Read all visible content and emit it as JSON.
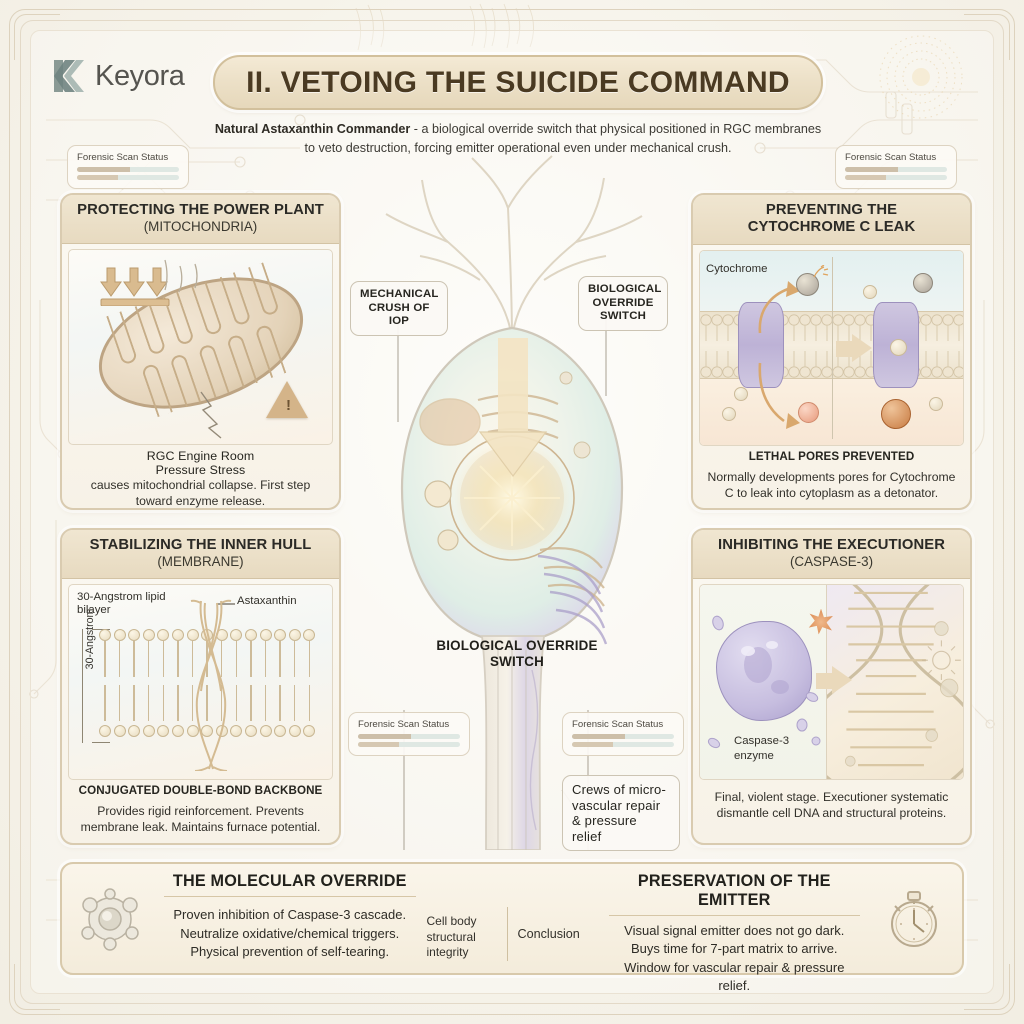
{
  "brand": {
    "name": "Keyora",
    "logo_icon": "keyora-k-logo"
  },
  "header": {
    "title": "II. VETOING THE SUICIDE COMMAND",
    "subtitle_strong": "Natural Astaxanthin Commander",
    "subtitle_rest": " - a biological override switch that physical positioned in RGC membranes to veto destruction, forcing emitter operational even under mechanical crush."
  },
  "scan_badges": [
    {
      "label": "Forensic Scan Status"
    },
    {
      "label": "Forensic Scan Status"
    },
    {
      "label": "Forensic Scan Status"
    },
    {
      "label": "Forensic Scan Status"
    }
  ],
  "panels": {
    "top_left": {
      "title": "PROTECTING THE POWER PLANT",
      "subtitle": "(MITOCHONDRIA)",
      "art_label_1": "RGC Engine Room",
      "art_label_2": "Pressure Stress",
      "caption": "causes mitochondrial collapse. First step toward enzyme release."
    },
    "bottom_left": {
      "title": "STABILIZING THE INNER HULL",
      "subtitle": "(MEMBRANE)",
      "art_label_1": "30-Angstrom lipid bilayer",
      "art_label_2": "Astaxanthin",
      "axis_label": "30-Angstrom",
      "subcaption": "CONJUGATED DOUBLE-BOND BACKBONE",
      "caption": "Provides rigid reinforcement. Prevents membrane leak. Maintains furnace potential."
    },
    "top_right": {
      "title": "PREVENTING THE",
      "title2": "CYTOCHROME C LEAK",
      "art_label_1": "Cytochrome",
      "subcaption": "LETHAL PORES PREVENTED",
      "caption": "Normally developments pores for Cytochrome C to leak into cytoplasm as a detonator."
    },
    "bottom_right": {
      "title": "INHIBITING THE EXECUTIONER",
      "subtitle": "(CASPASE-3)",
      "art_label_1": "Caspase-3 enzyme",
      "caption": "Final, violent stage. Executioner systematic dismantle cell DNA and structural proteins."
    }
  },
  "center": {
    "callout_mechanical": "MECHANICAL CRUSH OF IOP",
    "callout_biological": "BIOLOGICAL OVERRIDE SWITCH",
    "center_title": "BIOLOGICAL OVERRIDE SWITCH",
    "callout_crews": "Crews of micro-vascular repair & pressure relief"
  },
  "footer": {
    "left_icon": "cell-molecule-icon",
    "right_icon": "stopwatch-icon",
    "left_title": "THE MOLECULAR OVERRIDE",
    "left_body": "Proven inhibition of Caspase-3 cascade. Neutralize oxidative/chemical triggers. Physical prevention of self-tearing.",
    "mid_label_1": "Cell body structural integrity",
    "mid_label_2": "Conclusion",
    "right_title": "PRESERVATION OF THE EMITTER",
    "right_body": "Visual signal emitter does not go dark. Buys time for 7-part matrix to arrive. Window for vascular repair & pressure relief."
  },
  "colors": {
    "paper": "#f7f5ef",
    "frame": "#d9cbb0",
    "plate": "#ece0c7",
    "ink": "#2b2a26",
    "accent_tan": "#bda483",
    "accent_purple": "#aa9fcd",
    "accent_teal": "#cfe0d8"
  }
}
